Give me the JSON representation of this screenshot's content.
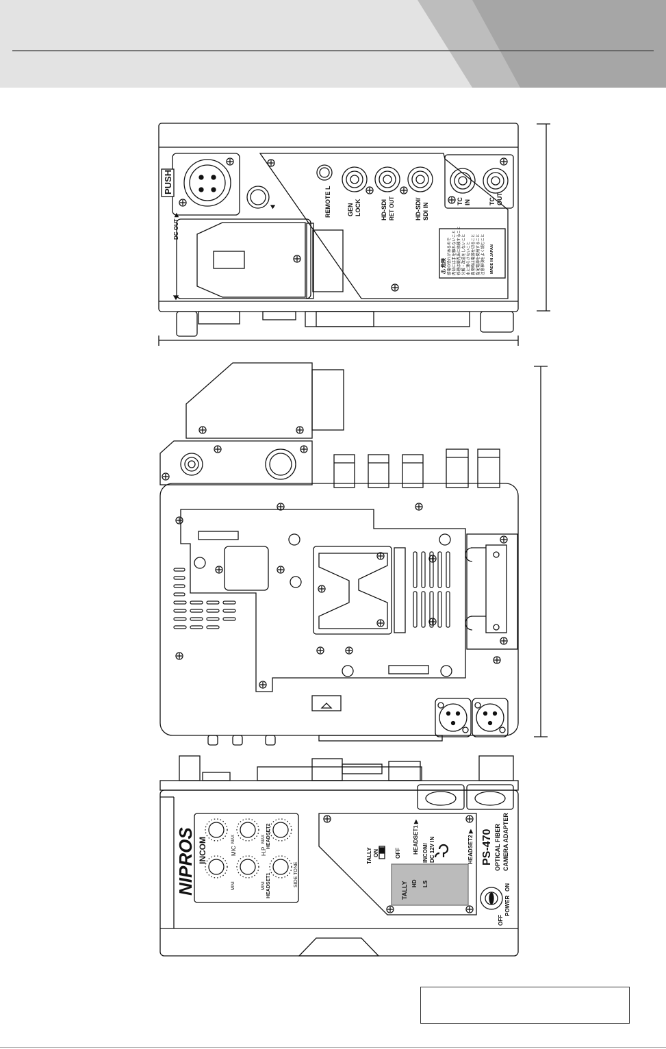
{
  "views": {
    "rear_panel": {
      "push_label": "PUSH",
      "dc_out_label": "DC OUT ▶",
      "connectors": [
        {
          "id": "remote",
          "label": "REMOTE L"
        },
        {
          "id": "genlock",
          "line1": "GEN",
          "line2": "LOCK"
        },
        {
          "id": "hdsdi_ret",
          "line1": "HD-SDI",
          "line2": "RET OUT"
        },
        {
          "id": "hdsdi_in",
          "line1": "HD-SDI/",
          "line2": "SDI IN"
        },
        {
          "id": "tc_in",
          "line1": "TC",
          "line2": "IN"
        },
        {
          "id": "tc_out",
          "line1": "TC",
          "line2": "OUT"
        }
      ],
      "warning_title": "⚠ 危険",
      "warning_lines": [
        "感電の恐れがあるので",
        "内部には手を触れないこと",
        "修理は販売店に依頼すること",
        "分解・改造をしないこと",
        "水に濡らさないこと",
        "異常時は電源を切ること",
        "指定電源を使用すること",
        "注意事項をよく読むこと"
      ],
      "made_in": "MADE IN JAPAN"
    },
    "front_panel": {
      "brand": "NIPROS",
      "incom_label": "INCOM",
      "mic_label": "MIC",
      "hp_label": "H.P",
      "minimax_min": "MINI",
      "minimax_max": "MAX",
      "headset1_label": "HEADSET1",
      "headset2_label": "HEADSET2",
      "side_tone_label": "SIDE TONE",
      "tally_label": "TALLY",
      "on_label": "ON",
      "off_label": "OFF",
      "display_lines": [
        "TALLY",
        "HD",
        "LS"
      ],
      "headset1_arrow": "HEADSET1 ▶",
      "incom_dc_line1": "INCOM/",
      "incom_dc_line2": "DC 12V IN",
      "headset2_arrow": "HEADSET2 ▶",
      "model": "PS-470",
      "desc_line1": "OPTICAL FIBER",
      "desc_line2": "CAMERA ADAPTER",
      "power_label": "POWER",
      "power_on": "ON",
      "power_off": "OFF"
    }
  }
}
